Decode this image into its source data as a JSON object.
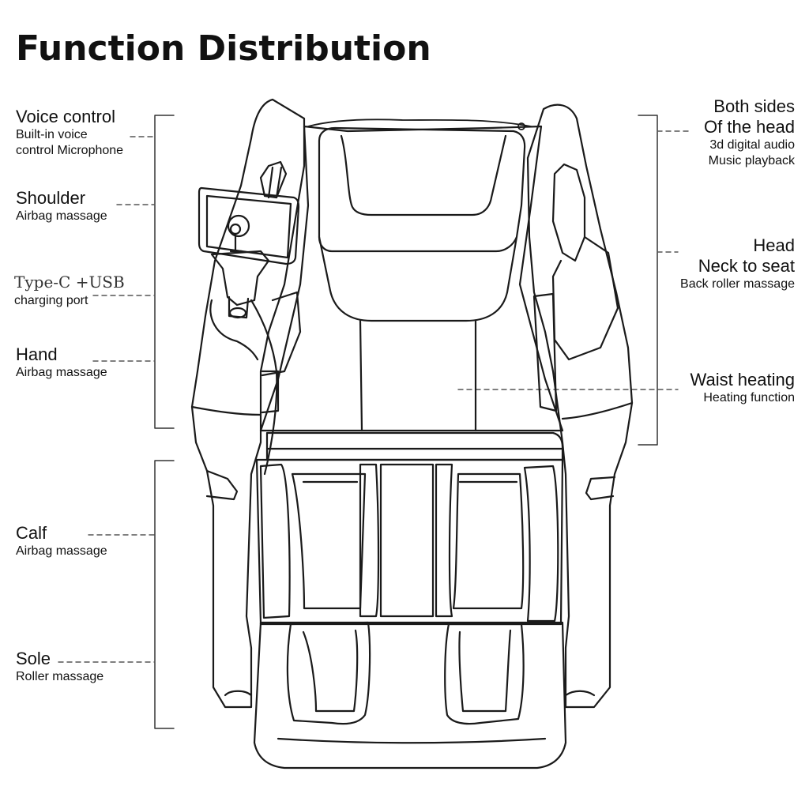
{
  "title": "Function Distribution",
  "left_labels": [
    {
      "heading": "Voice control",
      "lines": [
        "Built-in voice",
        "control Microphone"
      ]
    },
    {
      "heading": "Shoulder",
      "lines": [
        "Airbag massage"
      ]
    },
    {
      "heading": "Type-C +USB",
      "lines": [
        "charging port"
      ]
    },
    {
      "heading": "Hand",
      "lines": [
        "Airbag massage"
      ]
    },
    {
      "heading": "Calf",
      "lines": [
        "Airbag massage"
      ]
    },
    {
      "heading": "Sole",
      "lines": [
        "Roller massage"
      ]
    }
  ],
  "right_labels": [
    {
      "lines": [
        "Both sides",
        "Of the head"
      ],
      "sub": [
        "3d digital audio",
        "Music playback"
      ]
    },
    {
      "lines": [
        "Head",
        "Neck to seat"
      ],
      "sub": [
        "Back roller massage"
      ]
    },
    {
      "lines": [
        "Waist heating"
      ],
      "sub": [
        "Heating function"
      ]
    }
  ]
}
